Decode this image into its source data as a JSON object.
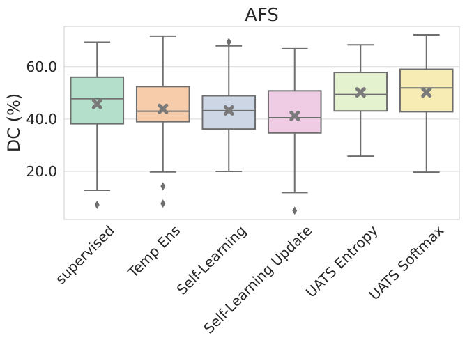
{
  "chart_data": {
    "type": "box",
    "title": "AFS",
    "xlabel": "",
    "ylabel": "DC (%)",
    "ylim": [
      1.6,
      75.4
    ],
    "yticks": [
      20.0,
      40.0,
      60.0
    ],
    "ytick_labels": [
      "20.0",
      "40.0",
      "60.0"
    ],
    "grid": true,
    "categories": [
      "supervised",
      "Temp Ens",
      "Self-Learning",
      "Self-Learning Update",
      "UATS Entropy",
      "UATS Softmax"
    ],
    "colors": [
      "#b3dfcb",
      "#f6ccab",
      "#cdd6e5",
      "#efcbe4",
      "#e5f2cf",
      "#f8ecb5"
    ],
    "boxes": [
      {
        "name": "supervised",
        "whisker_low": 12.8,
        "q1": 38.2,
        "median": 47.8,
        "q3": 56.0,
        "whisker_high": 69.4,
        "mean": 45.8,
        "outliers": [
          7.2
        ]
      },
      {
        "name": "Temp Ens",
        "whisker_low": 19.8,
        "q1": 39.0,
        "median": 43.0,
        "q3": 52.4,
        "whisker_high": 71.7,
        "mean": 43.9,
        "outliers": [
          14.3,
          7.7
        ]
      },
      {
        "name": "Self-Learning",
        "whisker_low": 20.0,
        "q1": 36.2,
        "median": 43.2,
        "q3": 48.9,
        "whisker_high": 68.0,
        "mean": 43.3,
        "outliers": [
          69.5
        ]
      },
      {
        "name": "Self-Learning Update",
        "whisker_low": 11.9,
        "q1": 34.7,
        "median": 40.5,
        "q3": 50.8,
        "whisker_high": 66.9,
        "mean": 41.2,
        "outliers": [
          5.0
        ]
      },
      {
        "name": "UATS Entropy",
        "whisker_low": 25.8,
        "q1": 43.1,
        "median": 49.4,
        "q3": 57.8,
        "whisker_high": 68.4,
        "mean": 50.2,
        "outliers": []
      },
      {
        "name": "UATS Softmax",
        "whisker_low": 19.7,
        "q1": 42.8,
        "median": 51.9,
        "q3": 59.0,
        "whisker_high": 72.2,
        "mean": 50.2,
        "outliers": []
      }
    ]
  }
}
